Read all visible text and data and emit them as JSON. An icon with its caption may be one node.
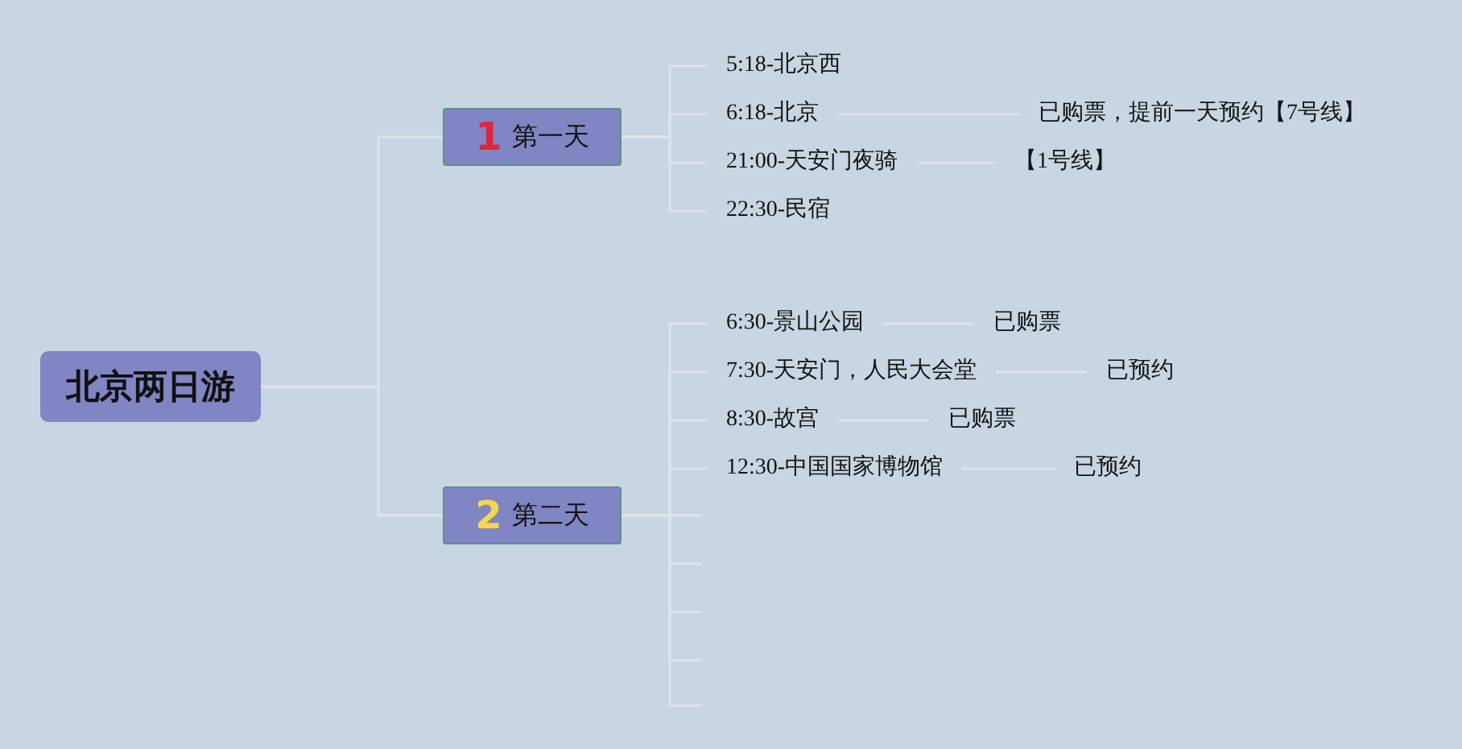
{
  "diagram": {
    "nodes": [
      {
        "text": [
          "北京两日游"
        ]
      },
      {
        "text": [
          "1",
          "第一天"
        ]
      },
      {
        "text": [
          "5:18-北京西"
        ]
      },
      {
        "text": [
          "6:18-北京"
        ]
      },
      {
        "text": [
          "21:00-天安门夜骑"
        ]
      },
      {
        "text": [
          "22:30-民宿"
        ]
      },
      {
        "text": [
          "已购票，提前一天预约【7号线】"
        ]
      },
      {
        "text": [
          "【1号线】"
        ]
      },
      {
        "text": [
          "2",
          "第二天"
        ]
      },
      {
        "text": [
          "6:30-景山公园"
        ]
      },
      {
        "text": [
          "已购票"
        ]
      },
      {
        "text": [
          "7:30-天安门，人民大会堂"
        ]
      },
      {
        "text": [
          "已预约"
        ]
      },
      {
        "text": [
          "8:30-故宫"
        ]
      },
      {
        "text": [
          "已购票"
        ]
      },
      {
        "text": [
          "12:30-中国国家博物馆"
        ]
      },
      {
        "text": [
          "已预约"
        ]
      }
    ],
    "edges": [
      {
        "from": 0,
        "to": 1,
        "arrow": "none"
      },
      {
        "from": 0,
        "to": 8,
        "arrow": "none"
      },
      {
        "from": 1,
        "to": 2,
        "arrow": "none"
      },
      {
        "from": 1,
        "to": 3,
        "arrow": "none"
      },
      {
        "from": 1,
        "to": 4,
        "arrow": "none"
      },
      {
        "from": 1,
        "to": 5,
        "arrow": "none"
      },
      {
        "from": 3,
        "to": 6,
        "arrow": "none"
      },
      {
        "from": 4,
        "to": 7,
        "arrow": "none"
      },
      {
        "from": 8,
        "to": 9,
        "arrow": "none"
      },
      {
        "from": 8,
        "to": 11,
        "arrow": "none"
      },
      {
        "from": 8,
        "to": 13,
        "arrow": "none"
      },
      {
        "from": 8,
        "to": 15,
        "arrow": "none"
      },
      {
        "from": 9,
        "to": 10,
        "arrow": "none"
      },
      {
        "from": 11,
        "to": 12,
        "arrow": "none"
      },
      {
        "from": 13,
        "to": 14,
        "arrow": "none"
      },
      {
        "from": 15,
        "to": 16,
        "arrow": "none"
      },
      {
        "from": 8,
        "to": null,
        "arrow": "none"
      },
      {
        "from": 8,
        "to": null,
        "arrow": "none"
      },
      {
        "from": 8,
        "to": null,
        "arrow": "none"
      },
      {
        "from": 8,
        "to": null,
        "arrow": "none"
      },
      {
        "from": 8,
        "to": null,
        "arrow": "none"
      }
    ]
  }
}
